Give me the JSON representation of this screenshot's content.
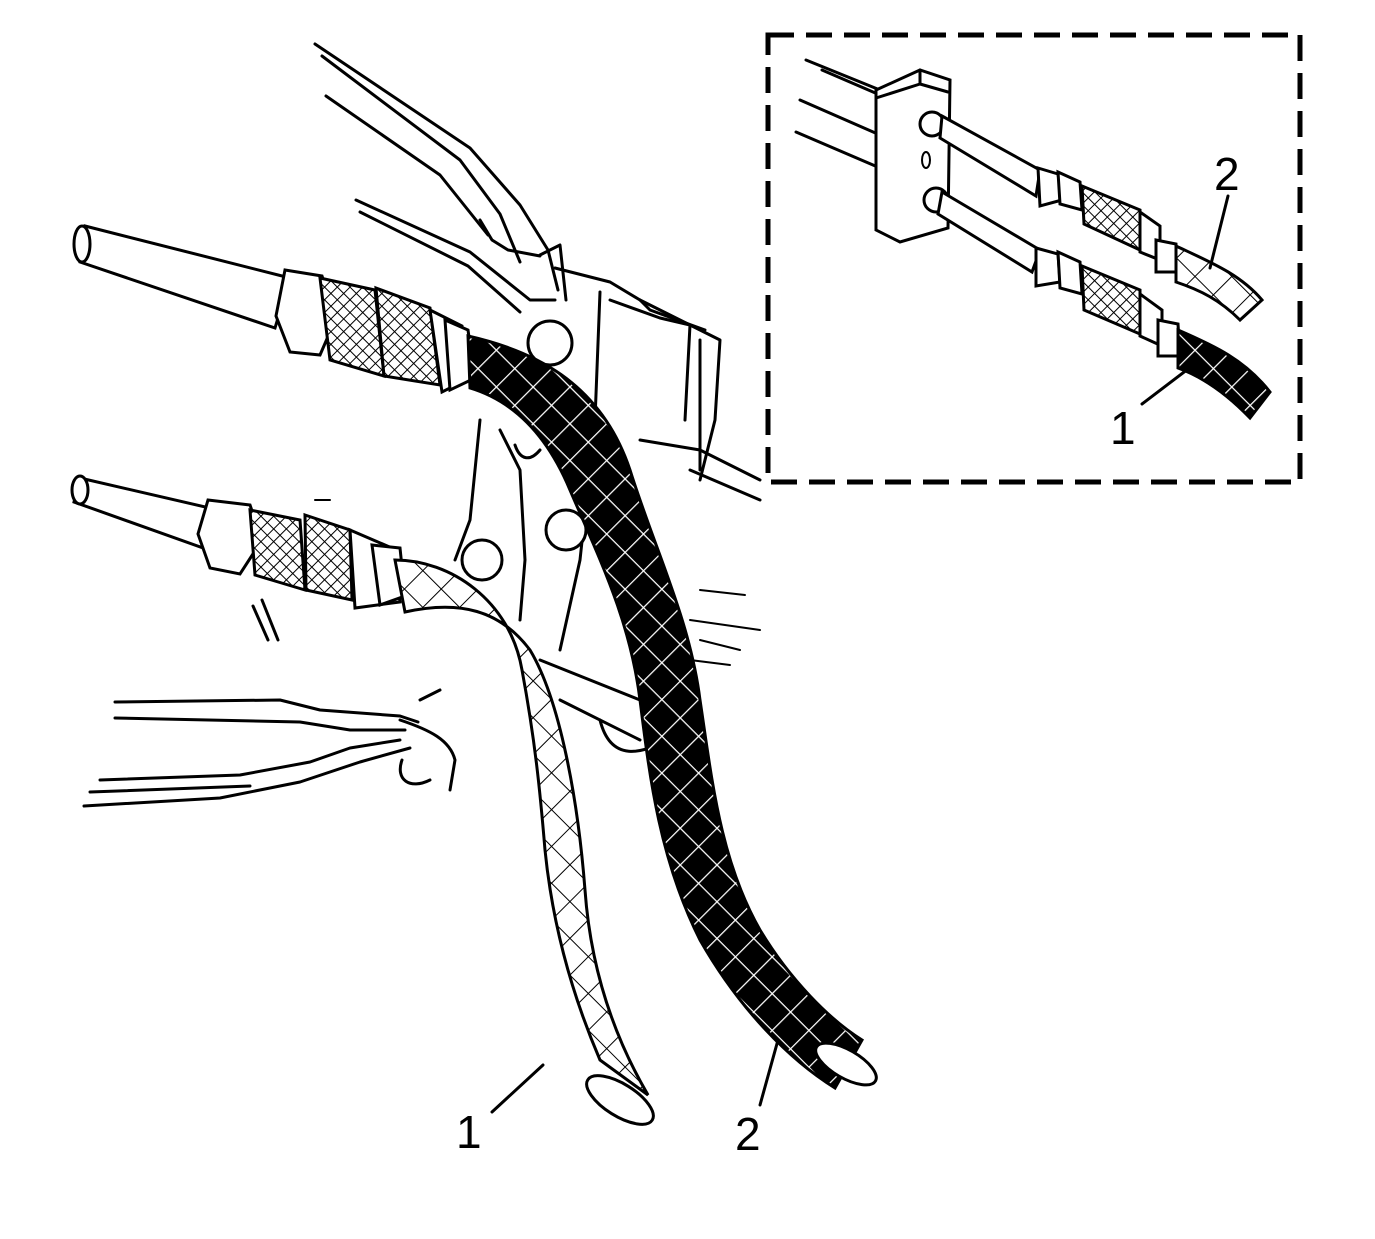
{
  "callouts": {
    "main_hose_1": "1",
    "main_hose_2": "2",
    "inset_hose_1": "1",
    "inset_hose_2": "2"
  },
  "colors": {
    "line": "#000000",
    "background": "#ffffff",
    "dark_hose_fill": "#000000",
    "mesh_on_dark": "#ffffff"
  }
}
